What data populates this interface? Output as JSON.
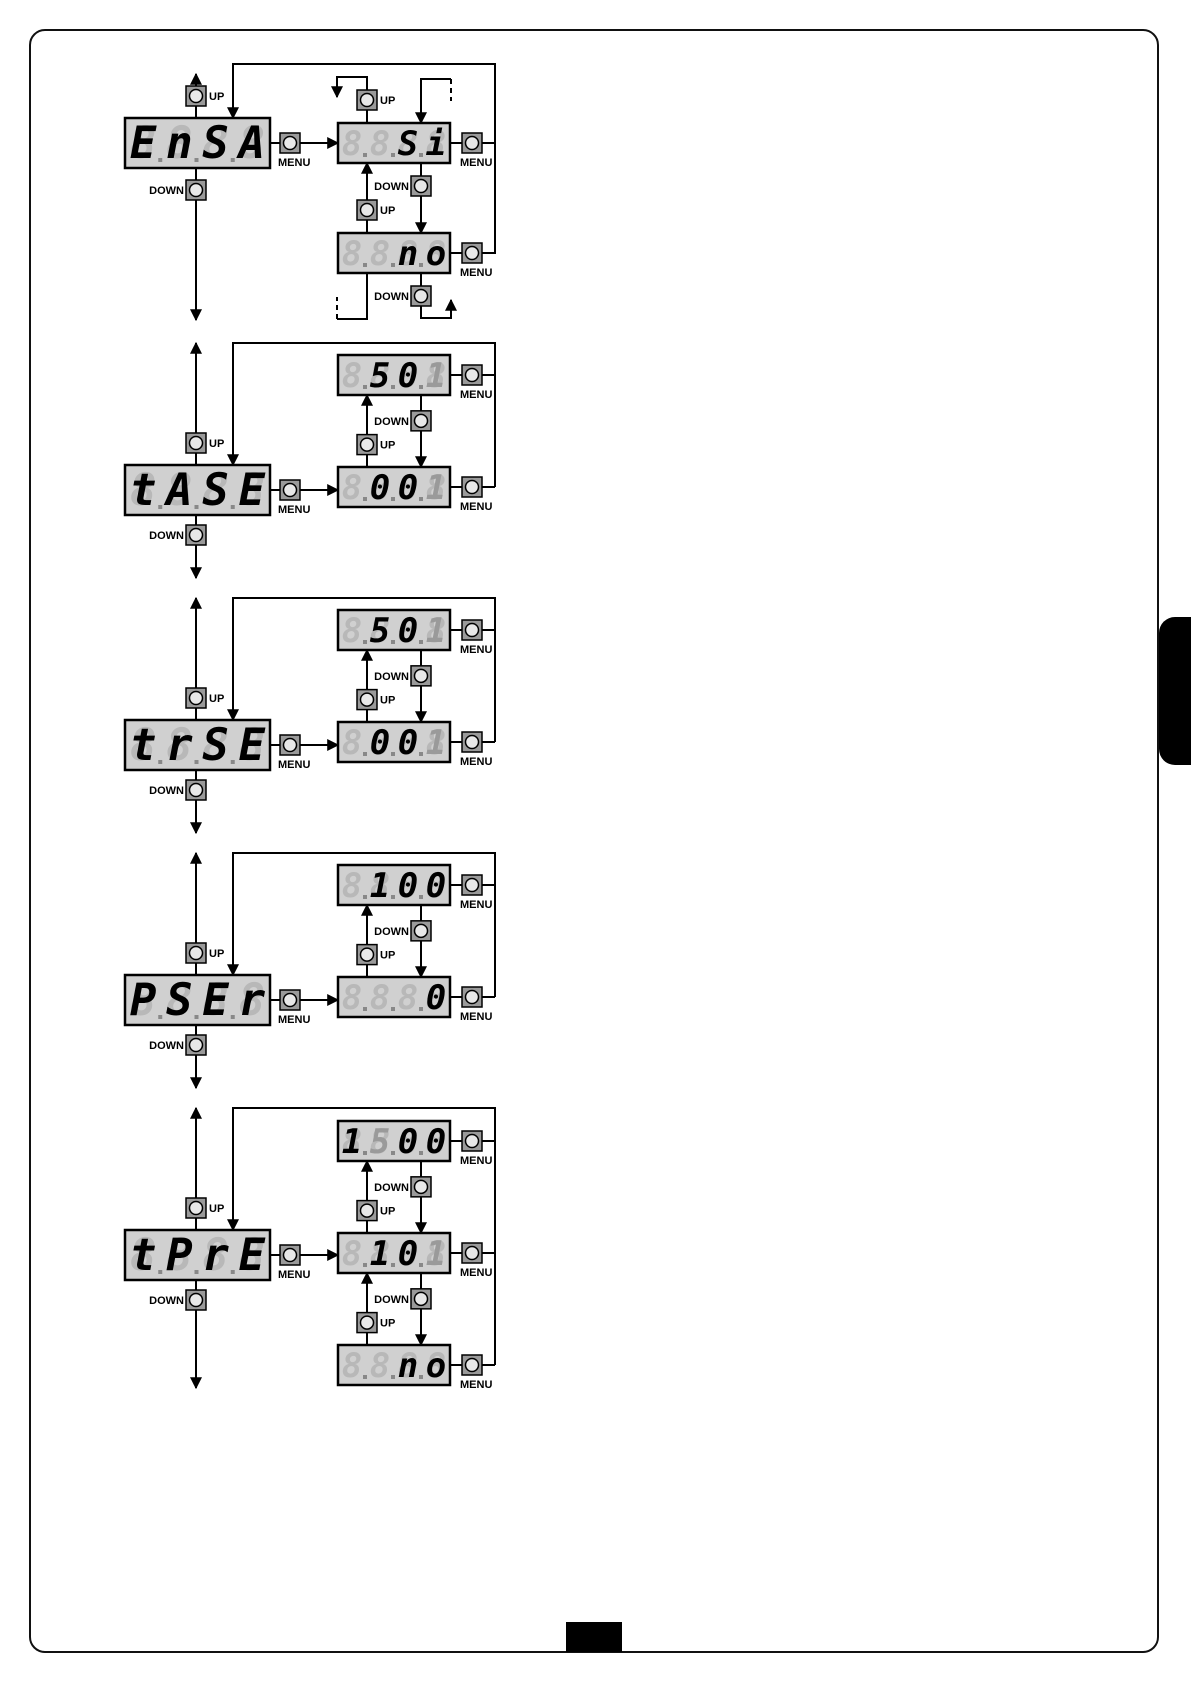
{
  "labels": {
    "up": "UP",
    "down": "DOWN",
    "menu": "MENU"
  },
  "sections": [
    {
      "id": "ensa",
      "main_display": [
        "E",
        "n",
        "S",
        "A"
      ],
      "values": [
        {
          "display": [
            "",
            "",
            "S",
            "i"
          ],
          "dim": [
            true,
            true,
            false,
            false
          ]
        },
        {
          "display": [
            "",
            "",
            "n",
            "o"
          ],
          "dim": [
            true,
            true,
            false,
            false
          ]
        }
      ]
    },
    {
      "id": "tase",
      "main_display": [
        "t",
        "A",
        "S",
        "E"
      ],
      "values": [
        {
          "display": [
            "",
            "5",
            "0",
            "1"
          ],
          "dim": [
            true,
            false,
            false,
            true
          ]
        },
        {
          "display": [
            "",
            "0",
            "0",
            "1"
          ],
          "dim": [
            true,
            false,
            false,
            true
          ]
        }
      ]
    },
    {
      "id": "trse",
      "main_display": [
        "t",
        "r",
        "S",
        "E"
      ],
      "values": [
        {
          "display": [
            "",
            "5",
            "0",
            "1"
          ],
          "dim": [
            true,
            false,
            false,
            true
          ]
        },
        {
          "display": [
            "",
            "0",
            "0",
            "1"
          ],
          "dim": [
            true,
            false,
            false,
            true
          ]
        }
      ]
    },
    {
      "id": "pser",
      "main_display": [
        "P",
        "S",
        "E",
        "r"
      ],
      "values": [
        {
          "display": [
            "",
            "1",
            "0",
            "0"
          ],
          "dim": [
            true,
            false,
            false,
            false
          ]
        },
        {
          "display": [
            "",
            "",
            "",
            "0"
          ],
          "dim": [
            true,
            true,
            true,
            false
          ]
        }
      ]
    },
    {
      "id": "tpre",
      "main_display": [
        "t",
        "P",
        "r",
        "E"
      ],
      "values": [
        {
          "display": [
            "1",
            "5",
            "0",
            "0"
          ],
          "dim": [
            false,
            true,
            false,
            false
          ]
        },
        {
          "display": [
            "",
            "1",
            "0",
            "1"
          ],
          "dim": [
            true,
            false,
            false,
            true
          ]
        },
        {
          "display": [
            "",
            "",
            "n",
            "o"
          ],
          "dim": [
            true,
            true,
            false,
            false
          ]
        }
      ]
    }
  ]
}
